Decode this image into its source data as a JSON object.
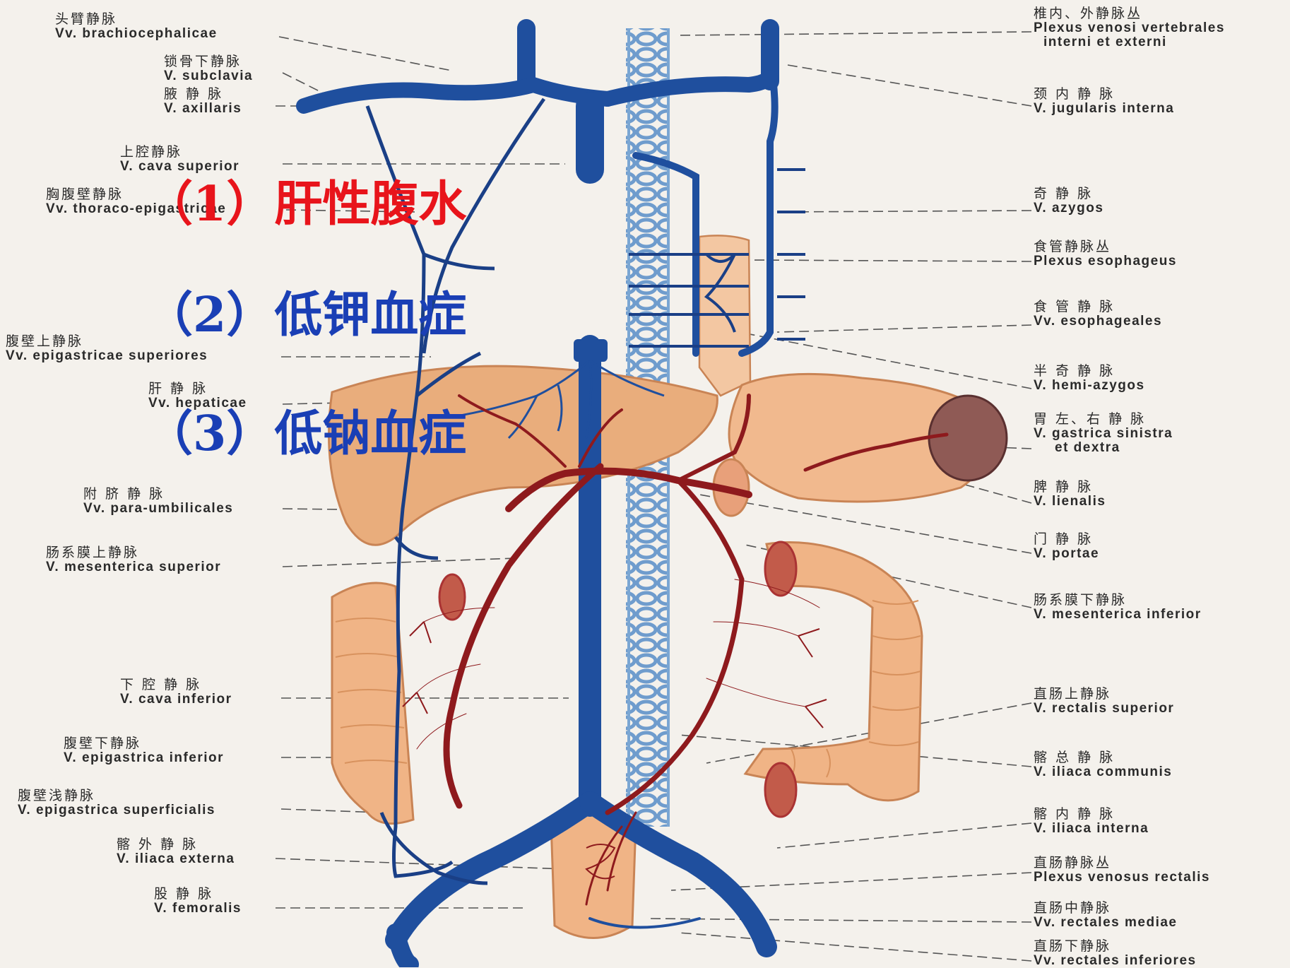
{
  "colors": {
    "vein": "#1f4f9e",
    "portal": "#8e1a1d",
    "organ": "#e9ad7c",
    "bowel": "#f0b486",
    "spine": "#7aa6d3",
    "leader": "#555555",
    "point1": "#e8141b",
    "point2": "#1a3fb5",
    "point3": "#1a3fb5"
  },
  "complications": [
    {
      "number": "（1）",
      "text": "肝性腹水"
    },
    {
      "number": "（2）",
      "text": "低钾血症"
    },
    {
      "number": "（3）",
      "text": "低钠血症"
    }
  ],
  "labels_left": [
    {
      "zh": "头臂静脉",
      "la": "Vv.   brachiocephalicae"
    },
    {
      "zh": "锁骨下静脉",
      "la": "V. subclavia"
    },
    {
      "zh": "腋  静  脉",
      "la": "V. axillaris"
    },
    {
      "zh": "上腔静脉",
      "la": "V. cava superior"
    },
    {
      "zh": "胸腹壁静脉",
      "la": "Vv. thoraco-epigastricae"
    },
    {
      "zh": "腹壁上静脉",
      "la": "Vv. epigastricae superiores"
    },
    {
      "zh": "肝  静  脉",
      "la": "Vv. hepaticae"
    },
    {
      "zh": "附 脐 静 脉",
      "la": "Vv. para-umbilicales"
    },
    {
      "zh": "肠系膜上静脉",
      "la": "V. mesenterica superior"
    },
    {
      "zh": "下 腔 静 脉",
      "la": "V. cava inferior"
    },
    {
      "zh": "腹壁下静脉",
      "la": "V. epigastrica inferior"
    },
    {
      "zh": "腹壁浅静脉",
      "la": "V. epigastrica superficialis"
    },
    {
      "zh": "髂 外 静 脉",
      "la": "V. iliaca externa"
    },
    {
      "zh": "股  静  脉",
      "la": "V. femoralis"
    }
  ],
  "labels_right": [
    {
      "zh": "椎内、外静脉丛",
      "la": "Plexus venosi vertebrales",
      "la2": "interni et externi"
    },
    {
      "zh": "颈 内 静 脉",
      "la": "V. jugularis interna"
    },
    {
      "zh": "奇  静  脉",
      "la": "V. azygos"
    },
    {
      "zh": "食管静脉丛",
      "la": "Plexus esophageus"
    },
    {
      "zh": "食 管 静 脉",
      "la": "Vv. esophageales"
    },
    {
      "zh": "半 奇 静 脉",
      "la": "V. hemi-azygos"
    },
    {
      "zh": "胃 左、右 静 脉",
      "la": "V. gastrica sinistra",
      "la2": "et dextra"
    },
    {
      "zh": "脾  静  脉",
      "la": "V. lienalis"
    },
    {
      "zh": "门  静  脉",
      "la": "V. portae"
    },
    {
      "zh": "肠系膜下静脉",
      "la": "V. mesenterica inferior"
    },
    {
      "zh": "直肠上静脉",
      "la": "V. rectalis superior"
    },
    {
      "zh": "髂 总 静 脉",
      "la": "V. iliaca communis"
    },
    {
      "zh": "髂 内 静 脉",
      "la": "V. iliaca interna"
    },
    {
      "zh": "直肠静脉丛",
      "la": "Plexus venosus rectalis"
    },
    {
      "zh": "直肠中静脉",
      "la": "Vv. rectales mediae"
    },
    {
      "zh": "直肠下静脉",
      "la": "Vv. rectales inferiores"
    }
  ]
}
